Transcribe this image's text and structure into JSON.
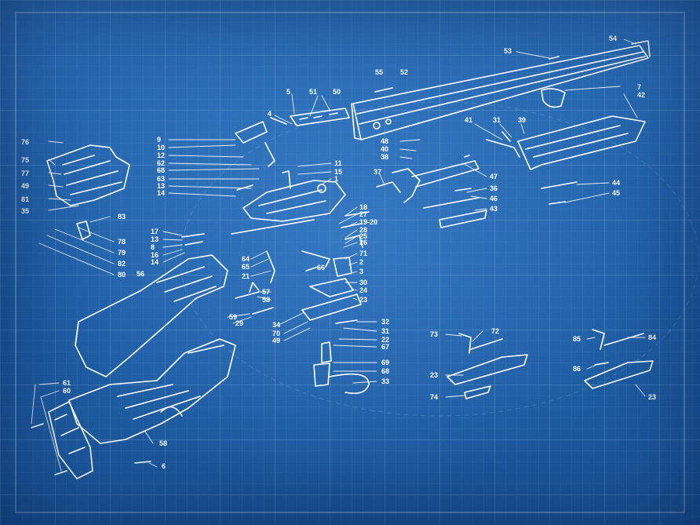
{
  "labels": {
    "l54": "54",
    "l53": "53",
    "l55": "55",
    "l52": "52",
    "l7": "7",
    "l42": "42",
    "l5": "5",
    "l51": "51",
    "l50": "50",
    "l4": "4",
    "l41": "41",
    "l31a": "31",
    "l39": "39",
    "l76": "76",
    "l75": "75",
    "l77": "77",
    "l49a": "49",
    "l81": "81",
    "l35": "35",
    "l83": "83",
    "l9": "9",
    "l10": "10",
    "l12": "12",
    "l62": "62",
    "l68": "68",
    "l63": "63",
    "l13a": "13",
    "l14a": "14",
    "l11": "11",
    "l15": "15",
    "l1": "1",
    "l48": "48",
    "l40": "40",
    "l38": "38",
    "l37": "37",
    "l47": "47",
    "l36": "36",
    "l46": "46",
    "l43": "43",
    "l44": "44",
    "l45": "45",
    "l18": "18",
    "l27": "27",
    "l1920": "19-20",
    "l28": "28",
    "l25": "25",
    "l26": "26",
    "l71": "71",
    "l2": "2",
    "l3": "3",
    "l30": "30",
    "l24": "24",
    "l23a": "23",
    "l17": "17",
    "l13b": "13",
    "l8": "8",
    "l16": "16",
    "l14b": "14",
    "l78": "78",
    "l79": "79",
    "l82": "82",
    "l80": "80",
    "l64": "64",
    "l65": "65",
    "l21": "21",
    "l66": "66",
    "l57": "57",
    "l58a": "58",
    "l56": "56",
    "l59": "59",
    "l29": "29",
    "l34": "34",
    "l70": "70",
    "l49b": "49",
    "l32": "32",
    "l31b": "31",
    "l22": "22",
    "l67": "67",
    "l69": "69",
    "l68b": "68",
    "l33": "33",
    "l73": "73",
    "l72": "72",
    "l23b": "23",
    "l74": "74",
    "l85": "85",
    "l84": "84",
    "l86": "86",
    "l23c": "23",
    "l61": "61",
    "l60": "60",
    "l58b": "58",
    "l6": "6"
  }
}
